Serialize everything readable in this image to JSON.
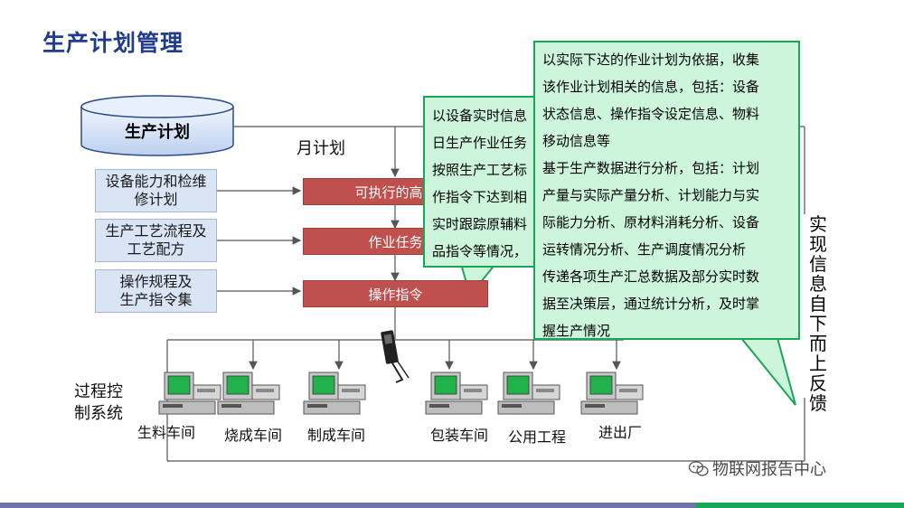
{
  "title": "生产计划管理",
  "plan_db": "生产计划",
  "month_plan": "月计划",
  "inputs": [
    {
      "label": "设备能力和检维修计划",
      "lines": [
        "设备能力和检维",
        "修计划"
      ]
    },
    {
      "label": "生产工艺流程及工艺配方",
      "lines": [
        "生产工艺流程及",
        "工艺配方"
      ]
    },
    {
      "label": "操作规程及生产指令集",
      "lines": [
        "操作规程及",
        "生产指令集"
      ]
    }
  ],
  "stages": [
    "可执行的高级",
    "作业任务",
    "操作指令"
  ],
  "system_label": [
    "过程控",
    "制系统"
  ],
  "workshops": [
    "生料车间",
    "烧成车间",
    "制成车间",
    "包装车间",
    "公用工程",
    "进出厂"
  ],
  "callout_small": [
    "以设备实时信息",
    "日生产作业任务",
    "按照生产工艺标",
    "作指令下达到相",
    "实时跟踪原辅料",
    "品指令等情况，"
  ],
  "callout_large": [
    "以实际下达的作业计划为依据，收集",
    "该作业计划相关的信息，包括：设备",
    "状态信息、操作指令设定信息、物料",
    "移动信息等",
    "基于生产数据进行分析，包括：计划",
    "产量与实际产量分析、计划能力与实",
    "际能力分析、原材料消耗分析、设备",
    "运转情况分析、生产调度情况分析",
    "传递各项生产汇总数据及部分实时数",
    "据至决策层，通过统计分析，及时掌",
    "握生产情况"
  ],
  "feedback_text": "实现信息自下而上反馈",
  "watermark": "物联网报告中心",
  "icons": [
    "computer-icon",
    "phone-icon",
    "wechat-icon"
  ],
  "colors": {
    "title": "#1f3b8f",
    "red_bar": "#c0504d",
    "callout_fill": "#ccf5dc",
    "callout_border": "#18a657",
    "input_box": "#d9e4f5"
  }
}
